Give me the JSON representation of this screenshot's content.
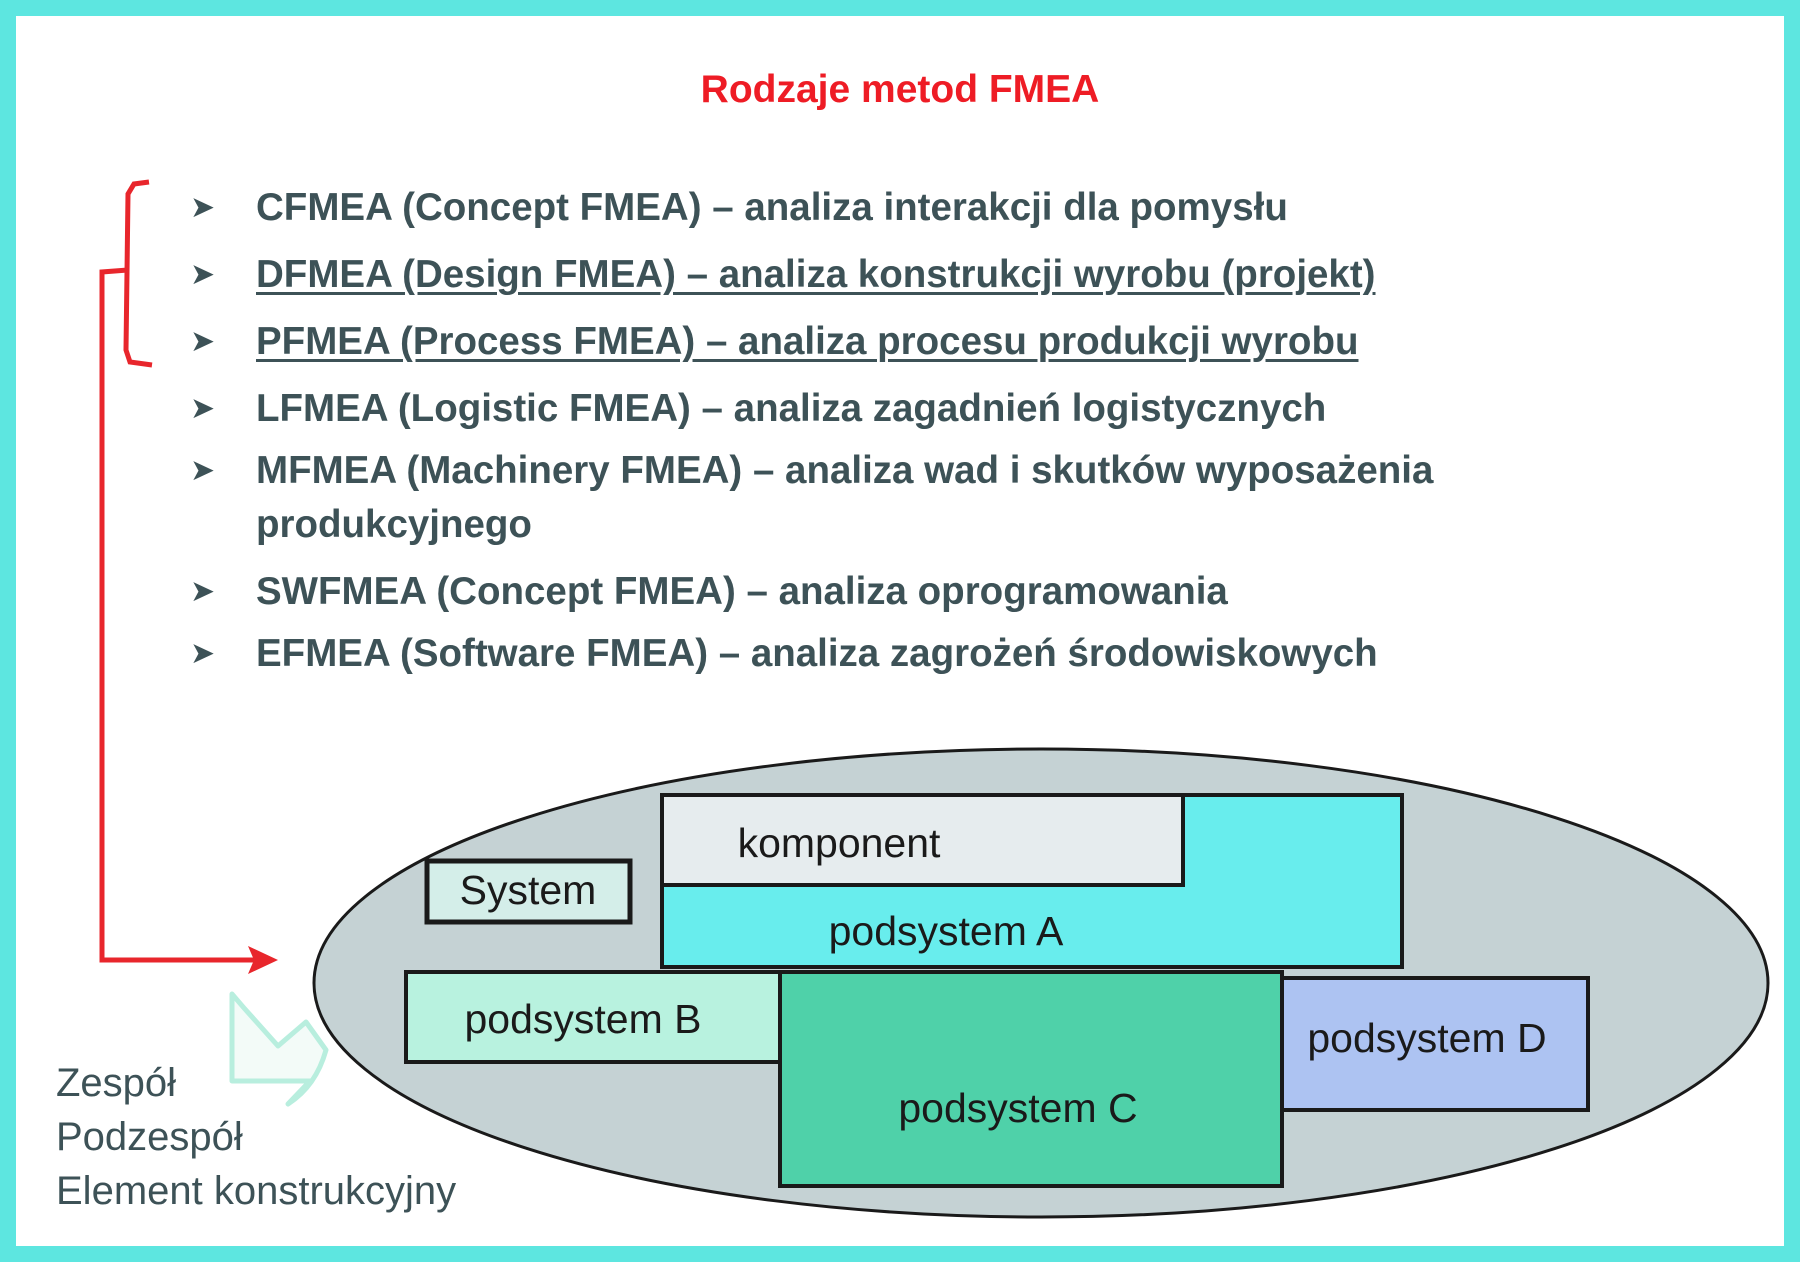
{
  "title": "Rodzaje metod FMEA",
  "bullets": [
    {
      "text": "CFMEA (Concept FMEA) – analiza interakcji dla pomysłu",
      "underlined": false
    },
    {
      "text": "DFMEA (Design FMEA)  – analiza konstrukcji wyrobu (projekt)",
      "underlined": true
    },
    {
      "text": "PFMEA (Process FMEA) – analiza procesu produkcji wyrobu",
      "underlined": true
    },
    {
      "text": "LFMEA (Logistic FMEA) – analiza zagadnień logistycznych",
      "underlined": false
    },
    {
      "text": "MFMEA (Machinery FMEA) – analiza wad i skutków wyposażenia",
      "continuation": "produkcyjnego",
      "underlined": false
    },
    {
      "text": "SWFMEA (Concept FMEA) – analiza oprogramowania",
      "underlined": false
    },
    {
      "text": "EFMEA (Software FMEA) – analiza zagrożeń środowiskowych",
      "underlined": false
    }
  ],
  "diagram": {
    "system_label": "System",
    "komponent_label": "komponent",
    "podsystem_a_label": "podsystem A",
    "podsystem_b_label": "podsystem B",
    "podsystem_c_label": "podsystem C",
    "podsystem_d_label": "podsystem D"
  },
  "levels": [
    "Zespół",
    "Podzespół",
    "Element konstrukcyjny"
  ],
  "colors": {
    "frame": "#5de6e0",
    "title": "#ee1c25",
    "text": "#3d5257",
    "connector": "#e8262c",
    "ellipse": "#c5d2d4",
    "podsystem_a": "#68eded",
    "komponent": "#e6ecee",
    "podsystem_b": "#b8f2df",
    "podsystem_c": "#4fd1a9",
    "podsystem_d": "#adc3f2",
    "hollow_arrow": "#b8eede"
  }
}
